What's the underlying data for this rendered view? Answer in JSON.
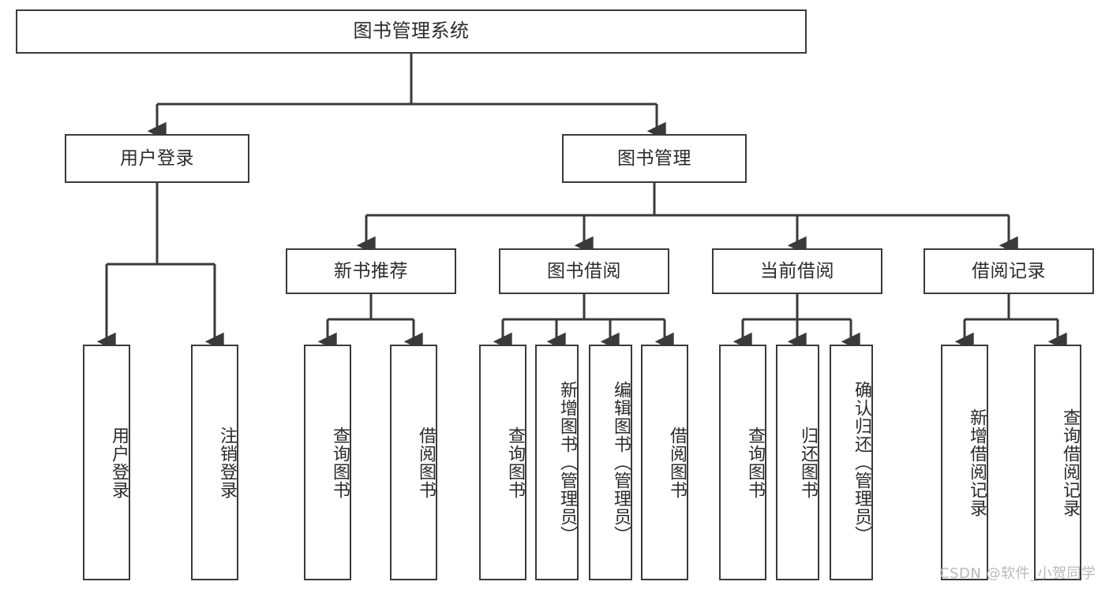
{
  "diagram": {
    "title": "图书管理系统",
    "type": "hierarchy-tree",
    "root": {
      "id": "root",
      "label": "图书管理系统",
      "level": 1
    },
    "level2": [
      {
        "id": "user-login",
        "label": "用户登录",
        "level": 2
      },
      {
        "id": "book-manage",
        "label": "图书管理",
        "level": 2
      }
    ],
    "level3": [
      {
        "id": "new-book-rec",
        "label": "新书推荐",
        "level": 3,
        "parent": "book-manage"
      },
      {
        "id": "book-borrow",
        "label": "图书借阅",
        "level": 3,
        "parent": "book-manage"
      },
      {
        "id": "current-borrow",
        "label": "当前借阅",
        "level": 3,
        "parent": "book-manage"
      },
      {
        "id": "borrow-record",
        "label": "借阅记录",
        "level": 3,
        "parent": "book-manage"
      }
    ],
    "leaves": [
      {
        "id": "leaf-user-login",
        "label": "用户登录",
        "parent": "user-login"
      },
      {
        "id": "leaf-user-logout",
        "label": "注销登录",
        "parent": "user-login"
      },
      {
        "id": "leaf-rec-query",
        "label": "查询图书",
        "parent": "new-book-rec"
      },
      {
        "id": "leaf-rec-borrow",
        "label": "借阅图书",
        "parent": "new-book-rec"
      },
      {
        "id": "leaf-borrow-query",
        "label": "查询图书",
        "parent": "book-borrow"
      },
      {
        "id": "leaf-borrow-add",
        "label": "新增图书（管理员）",
        "parent": "book-borrow"
      },
      {
        "id": "leaf-borrow-edit",
        "label": "编辑图书（管理员）",
        "parent": "book-borrow"
      },
      {
        "id": "leaf-borrow-do",
        "label": "借阅图书",
        "parent": "book-borrow"
      },
      {
        "id": "leaf-cur-query",
        "label": "查询图书",
        "parent": "current-borrow"
      },
      {
        "id": "leaf-cur-return",
        "label": "归还图书",
        "parent": "current-borrow"
      },
      {
        "id": "leaf-cur-confirm",
        "label": "确认归还（管理员）",
        "parent": "current-borrow"
      },
      {
        "id": "leaf-rec-add",
        "label": "新增借阅记录",
        "parent": "borrow-record"
      },
      {
        "id": "leaf-rec-search",
        "label": "查询借阅记录",
        "parent": "borrow-record"
      }
    ],
    "watermark": "CSDN @软件_小贺同学",
    "colors": {
      "border": "#3a3a3a",
      "text": "#2b2b2b",
      "background": "#ffffff",
      "watermark": "#b9b9b9"
    }
  }
}
